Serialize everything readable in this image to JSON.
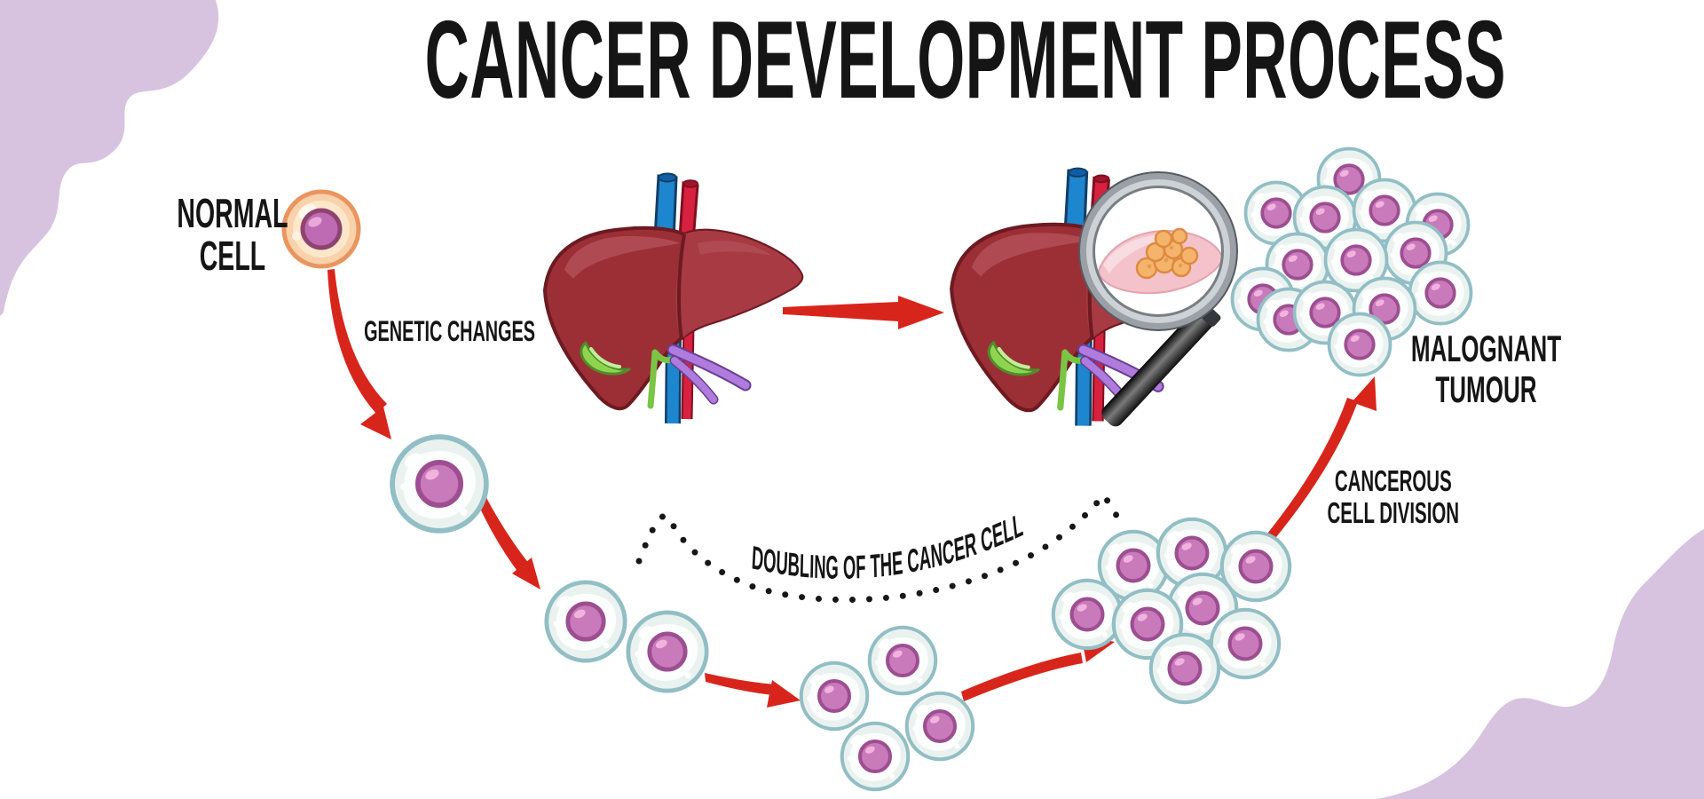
{
  "title": "CANCER DEVELOPMENT PROCESS",
  "stages": {
    "normal_cell": {
      "line1": "NORMAL",
      "line2": "CELL"
    },
    "genetic_changes": "GENETIC CHANGES",
    "doubling": "DOUBLING OF THE CANCER CELL",
    "cancerous_division": {
      "line1": "CANCEROUS",
      "line2": "CELL DIVISION"
    },
    "malignant_tumour": {
      "line1": "MALOGNANT",
      "line2": "TUMOUR"
    }
  },
  "icons": [
    "normal-cell-icon",
    "cancer-cell-icon",
    "healthy-liver-icon",
    "liver-with-tumor-icon",
    "magnifier-icon",
    "red-arrow-icon",
    "dotted-path-icon",
    "malignant-tumour-cluster-icon",
    "corner-blob-decoration"
  ],
  "colors": {
    "background": "#FFFFFF",
    "corner_blob": "#D7C3E0",
    "arrow_red": "#D8251B",
    "text": "#151515",
    "liver_body": "#9C2F36",
    "liver_outline": "#6D1A21",
    "cell_body": "#EAF2EF",
    "cell_outline": "#92BEC5",
    "nucleus_pink": "#C87ABB",
    "normal_cell_body": "#F9D2AB",
    "tumor_spot_orange": "#F5B46C",
    "vessel_blue": "#1E86CE",
    "vessel_red": "#D7213E",
    "vessel_purple": "#AF7BDC",
    "gallbladder_green": "#8FD44F"
  }
}
